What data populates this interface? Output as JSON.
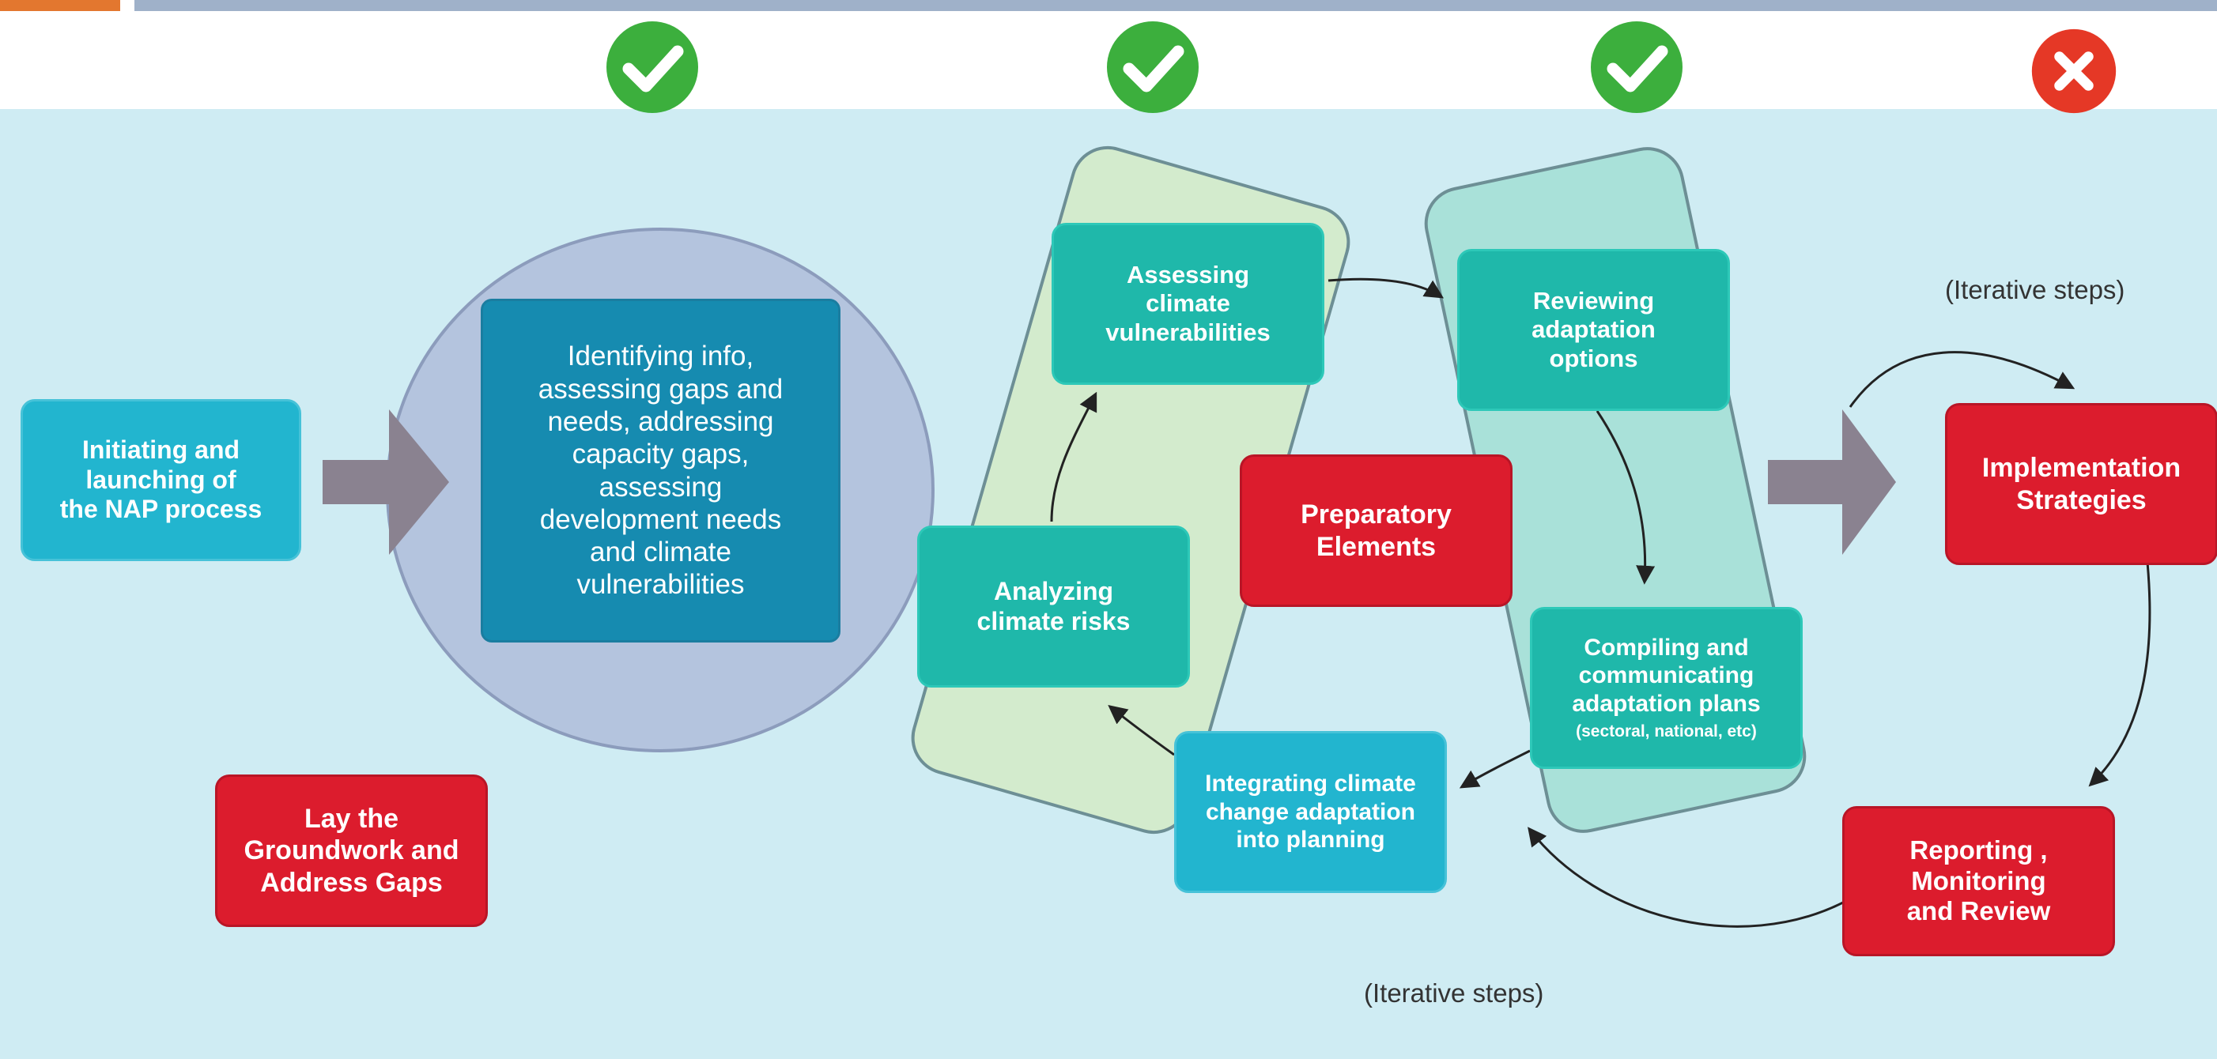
{
  "status_icons": [
    {
      "icon": "green-check-icon",
      "color": "#3caf3d"
    },
    {
      "icon": "green-check-icon",
      "color": "#3caf3d"
    },
    {
      "icon": "green-check-icon",
      "color": "#3caf3d"
    },
    {
      "icon": "red-cross-icon",
      "color": "#e53826"
    }
  ],
  "colors": {
    "header_accent": "#e3772f",
    "header_bar": "#9fb1c9",
    "background": "#cfecf3",
    "step_box": "#22b5cf",
    "teal_box": "#1fb8aa",
    "focus_box": "#168bb0",
    "phase_box": "#dc1c2d",
    "focus_circle": "#b4c4de",
    "group_light": "#d3ebcd",
    "group_teal": "#a9e1d9"
  },
  "nodes": {
    "initiating": "Initiating and\nlaunching of\nthe NAP process",
    "identifying": "Identifying info,\nassessing gaps and\nneeds, addressing\ncapacity gaps,\nassessing\ndevelopment needs\nand climate\nvulnerabilities",
    "assessing": "Assessing\nclimate\nvulnerabilities",
    "analyzing": "Analyzing\nclimate risks",
    "reviewing": "Reviewing\nadaptation\noptions",
    "compiling": "Compiling and\ncommunicating\nadaptation plans",
    "compiling_sub": "(sectoral, national, etc)",
    "integrating": "Integrating climate\nchange adaptation\ninto planning",
    "preparatory": "Preparatory\nElements",
    "implementation": "Implementation\nStrategies",
    "reporting": "Reporting ,\nMonitoring\nand Review",
    "groundwork": "Lay the\nGroundwork and\nAddress Gaps"
  },
  "notes": {
    "iterative_top": "(Iterative steps)",
    "iterative_bottom": "(Iterative steps)"
  }
}
